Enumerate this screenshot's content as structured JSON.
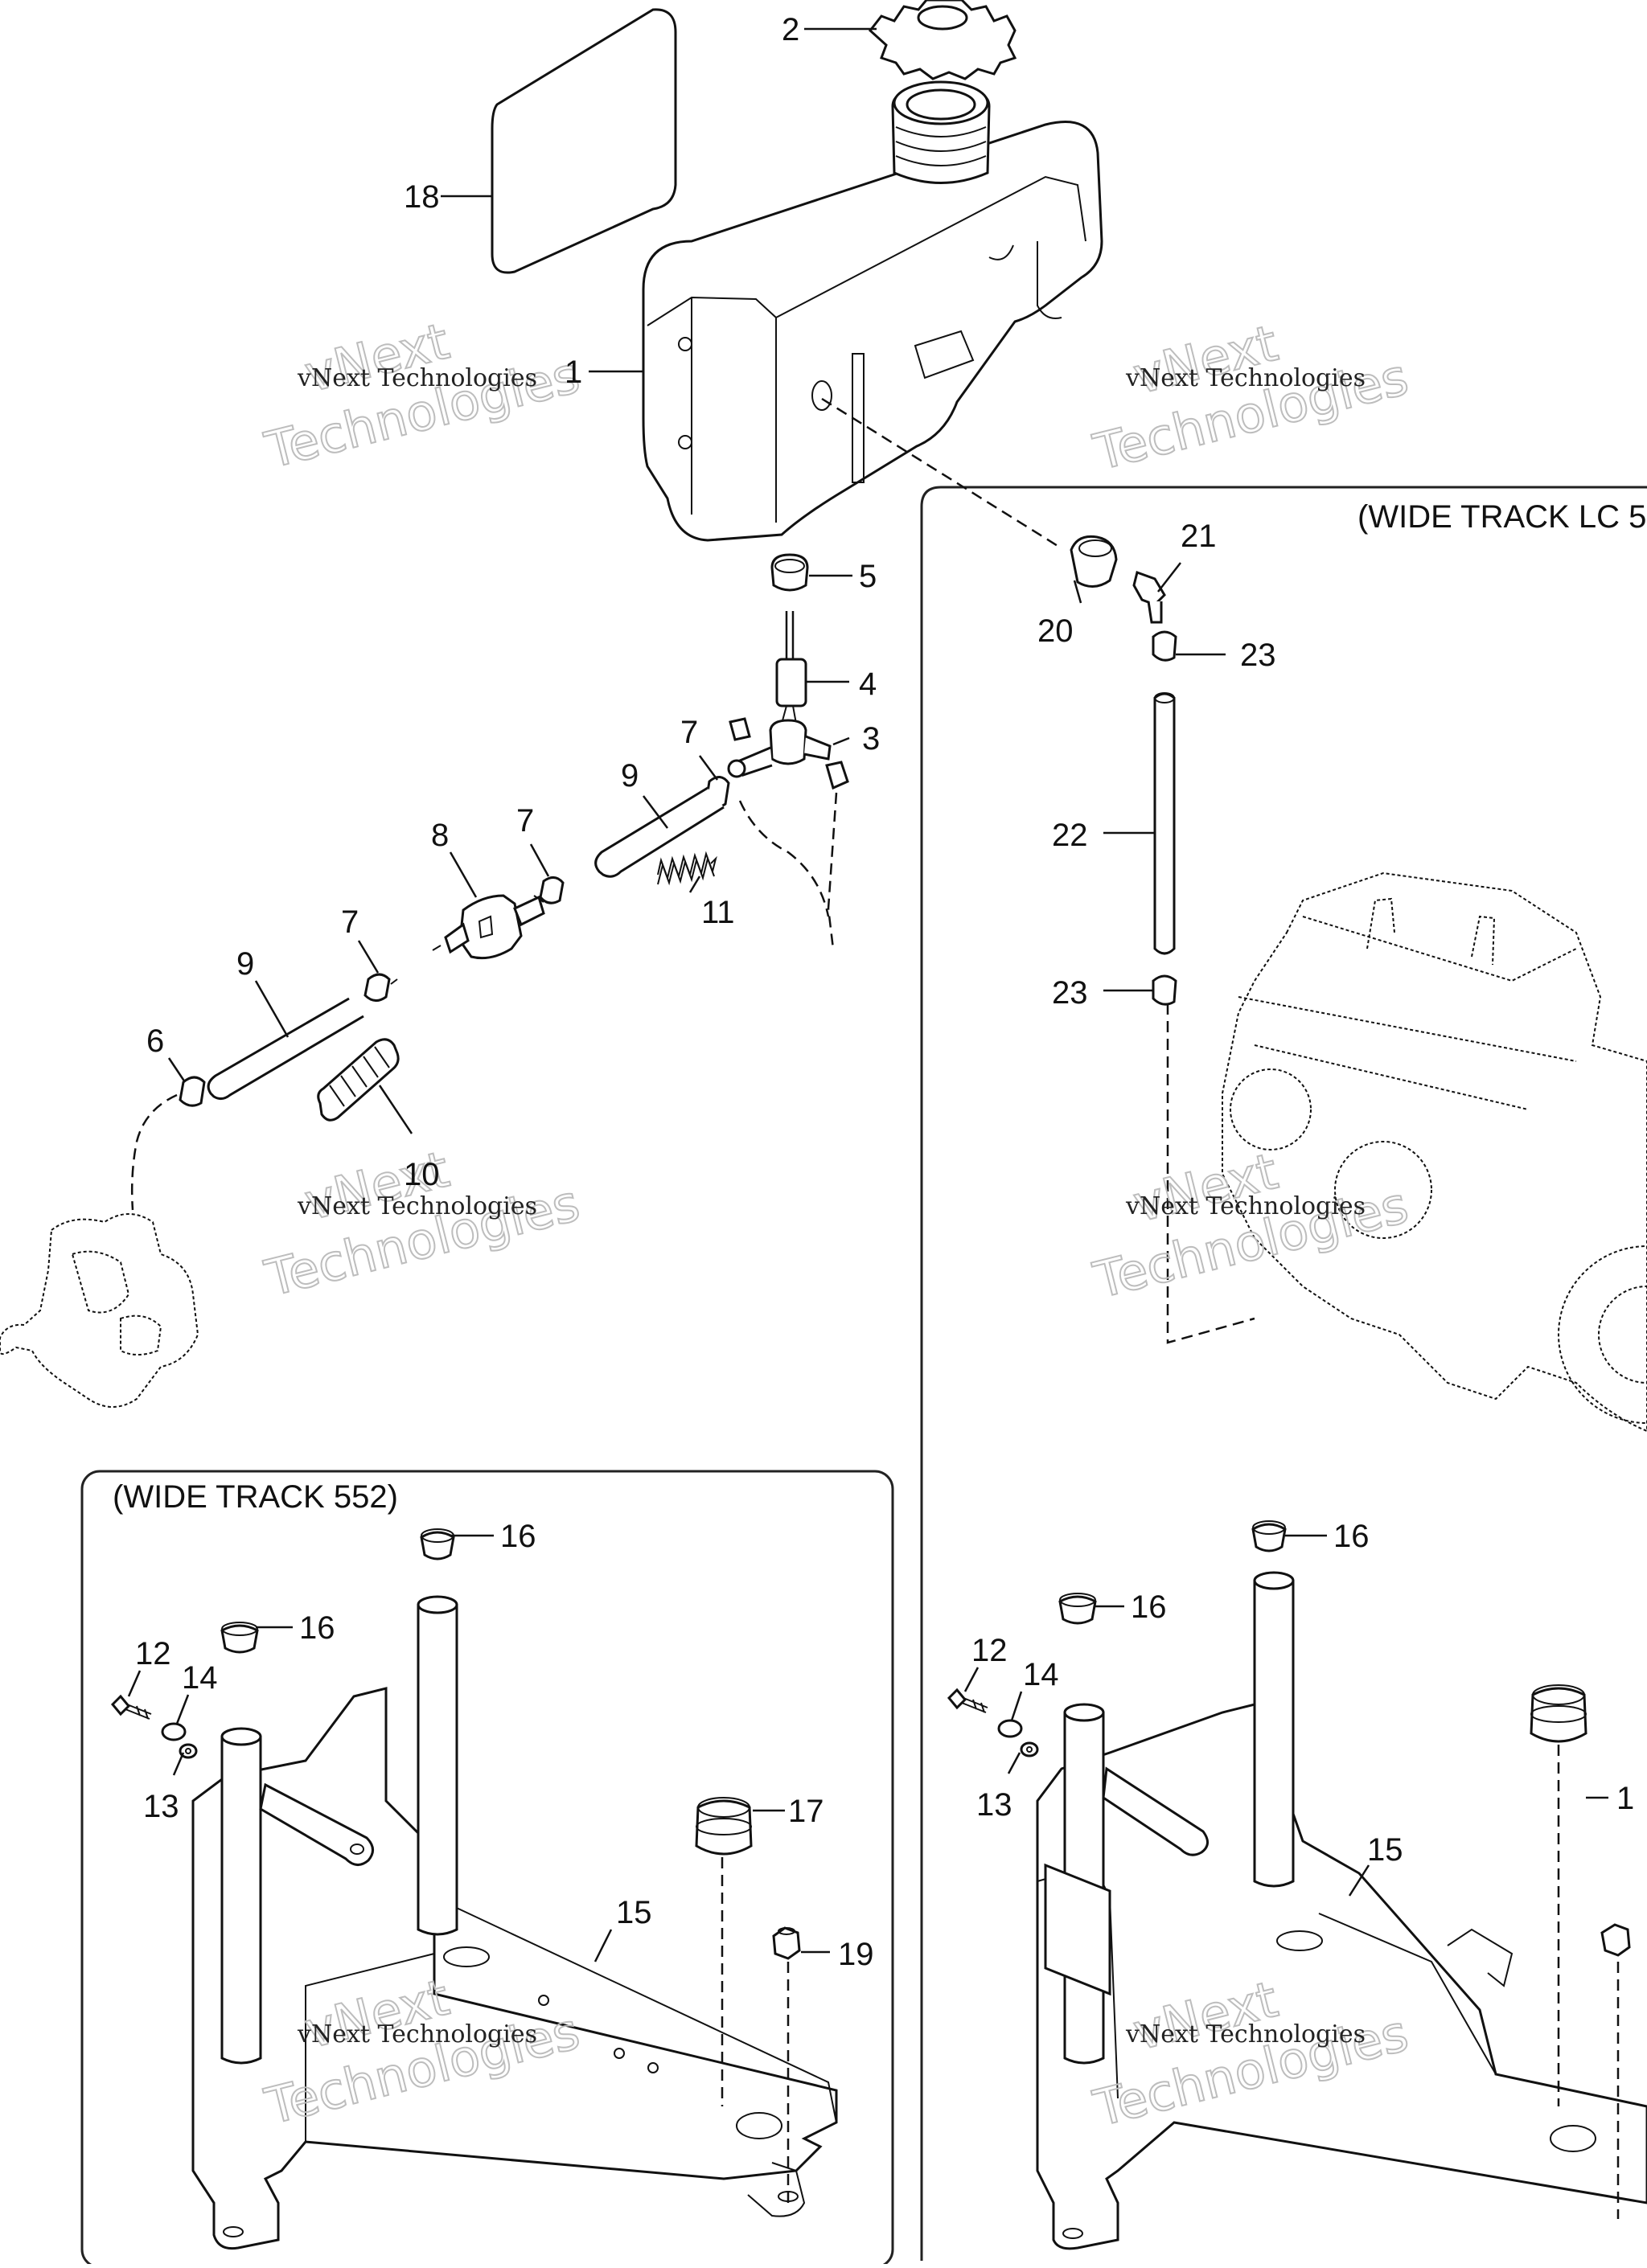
{
  "diagram": {
    "panels": {
      "left_title": "(WIDE TRACK 552)",
      "right_title": "(WIDE TRACK LC 5"
    },
    "watermark": {
      "line1": "vNext Technologies",
      "big1": "vNext",
      "big2": "Technologies"
    },
    "callouts": {
      "c1": "1",
      "c2": "2",
      "c3": "3",
      "c4": "4",
      "c5": "5",
      "c6": "6",
      "c7a": "7",
      "c7b": "7",
      "c7c": "7",
      "c8": "8",
      "c9a": "9",
      "c9b": "9",
      "c10": "10",
      "c11": "11",
      "c12a": "12",
      "c12b": "12",
      "c13a": "13",
      "c13b": "13",
      "c14a": "14",
      "c14b": "14",
      "c15a": "15",
      "c15b": "15",
      "c16a": "16",
      "c16b": "16",
      "c16c": "16",
      "c16d": "16",
      "c17a": "17",
      "c17b": "1",
      "c18": "18",
      "c19": "19",
      "c20": "20",
      "c21": "21",
      "c22": "22",
      "c23a": "23",
      "c23b": "23"
    }
  }
}
